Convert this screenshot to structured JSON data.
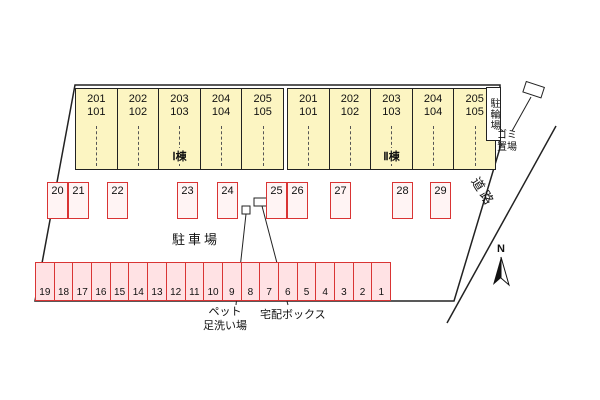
{
  "title": "site-plan",
  "buildings": [
    {
      "name": "Ⅰ棟",
      "units": [
        [
          "201",
          "101"
        ],
        [
          "202",
          "102"
        ],
        [
          "203",
          "103"
        ],
        [
          "204",
          "104"
        ],
        [
          "205",
          "105"
        ]
      ]
    },
    {
      "name": "Ⅱ棟",
      "units": [
        [
          "201",
          "101"
        ],
        [
          "202",
          "102"
        ],
        [
          "203",
          "103"
        ],
        [
          "204",
          "104"
        ],
        [
          "205",
          "105"
        ]
      ]
    }
  ],
  "middle_stalls": [
    "20",
    "21",
    "22",
    "23",
    "24",
    "25",
    "26",
    "27",
    "28",
    "29"
  ],
  "bottom_stalls": [
    "19",
    "18",
    "17",
    "16",
    "15",
    "14",
    "13",
    "12",
    "11",
    "10",
    "9",
    "8",
    "7",
    "6",
    "5",
    "4",
    "3",
    "2",
    "1"
  ],
  "labels": {
    "bicycle_parking": "駐輪場",
    "garbage_line1": "ゴミ",
    "garbage_line2": "置場",
    "road": "道路",
    "parking_lot": "駐車場",
    "pet_line1": "ペット",
    "pet_line2": "足洗い場",
    "delivery_box": "宅配ボックス",
    "north": "N"
  },
  "colors": {
    "building_fill": "#fcf5c2",
    "stall_border": "#d93434",
    "middle_stall_fill": "#fff4f4",
    "bottom_strip_fill": "#ffe2e4",
    "outline": "#222222"
  }
}
